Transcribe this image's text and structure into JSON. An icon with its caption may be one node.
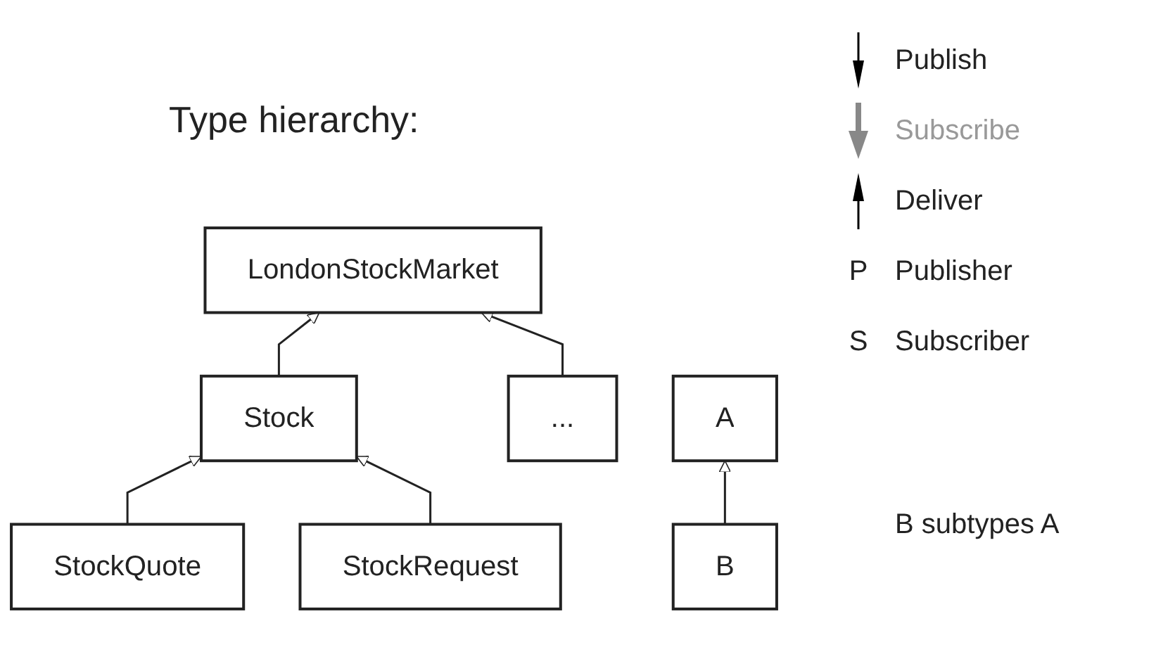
{
  "diagram": {
    "title": "Type hierarchy:",
    "nodes": [
      {
        "text": [
          "LondonStockMarket"
        ]
      },
      {
        "text": [
          "Stock"
        ]
      },
      {
        "text": [
          "..."
        ]
      },
      {
        "text": [
          "StockQuote"
        ]
      },
      {
        "text": [
          "StockRequest"
        ]
      },
      {
        "text": [
          "A"
        ]
      },
      {
        "text": [
          "B"
        ]
      }
    ],
    "edges": [
      {
        "from": 1,
        "to": 0,
        "arrow": "to"
      },
      {
        "from": 2,
        "to": 0,
        "arrow": "to"
      },
      {
        "from": 3,
        "to": 1,
        "arrow": "to"
      },
      {
        "from": 4,
        "to": 1,
        "arrow": "to"
      },
      {
        "from": 6,
        "to": 5,
        "arrow": "to"
      }
    ],
    "labels": [
      "P",
      "S"
    ],
    "legend": [
      {
        "text": "Publish"
      },
      {
        "text": "Subscribe"
      },
      {
        "text": "Deliver"
      },
      {
        "text": "Publisher"
      },
      {
        "text": "Subscriber"
      },
      {
        "text": "B subtypes A"
      }
    ]
  }
}
